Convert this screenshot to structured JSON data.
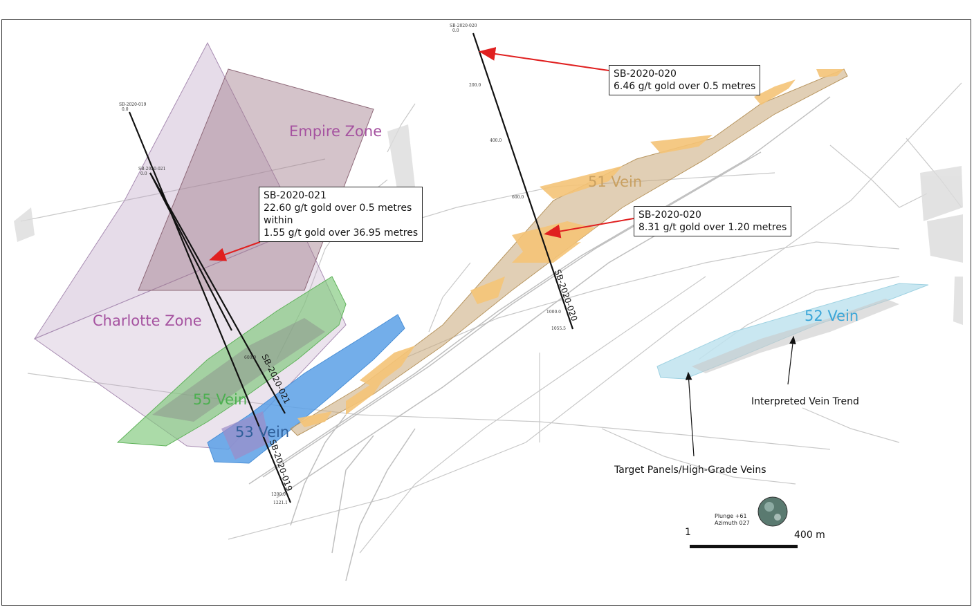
{
  "zones": {
    "empire": "Empire Zone",
    "charlotte": "Charlotte Zone"
  },
  "veins": {
    "v51": "51 Vein",
    "v52": "52 Vein",
    "v53": "53 Vein",
    "v55": "55 Vein"
  },
  "callouts": {
    "c020_top": {
      "line1": "SB-2020-020",
      "line2": "6.46 g/t gold over 0.5 metres"
    },
    "c020_mid": {
      "line1": "SB-2020-020",
      "line2": "8.31 g/t gold over 1.20 metres"
    },
    "c021": {
      "line1": "SB-2020-021",
      "line2": "22.60 g/t gold over 0.5 metres",
      "line3": "within",
      "line4": "1.55 g/t gold over 36.95 metres"
    }
  },
  "annotations": {
    "target_panels": "Target Panels/High-Grade Veins",
    "interpreted_trend": "Interpreted Vein Trend"
  },
  "drillholes": {
    "h020_label": "SB-2020-020",
    "h021_label": "SB-2020-021",
    "h019_label": "SB-2020-019",
    "h020_top_id": "SB-2020-020",
    "h020_top_depth": "0.0",
    "h019_top_id": "SB-2020-019",
    "h019_top_depth": "0.0",
    "h021_top_id": "SB-2020-021",
    "h021_top_depth": "0.0",
    "d200": "200.0",
    "d400": "400.0",
    "d600": "600.0",
    "d1000": "1000.0",
    "d1055": "1055.5",
    "d600b": "600.0",
    "d1200": "1200.0",
    "d1221": "1221.1"
  },
  "scale": {
    "start": "1",
    "end": "400 m"
  },
  "orientation": {
    "text": "Plunge +61\nAzimuth 027"
  },
  "colors": {
    "zone_purple": "#a552a0",
    "vein_gold": "#c8a060",
    "vein_blue": "#3aa6d8",
    "vein_green": "#4caf50",
    "vein_navy": "#3a78b8",
    "arrow_red": "#e02020"
  }
}
